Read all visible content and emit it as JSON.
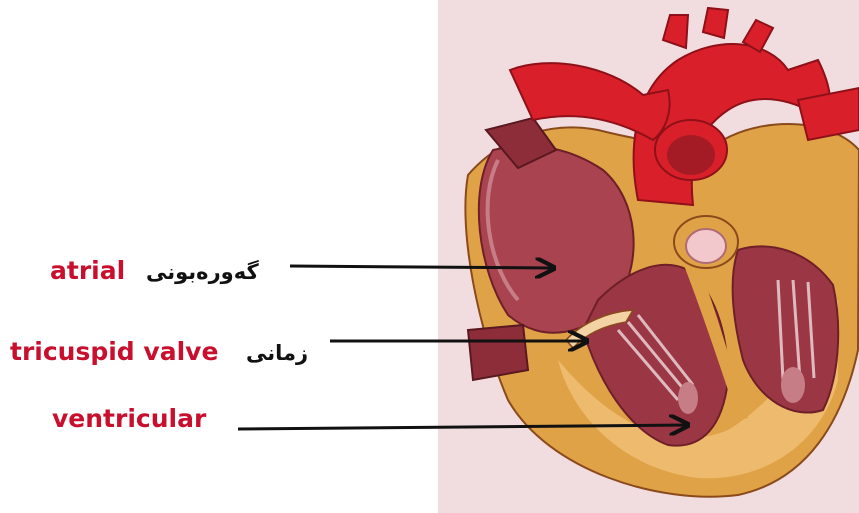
{
  "labels": [
    {
      "english": "atrial",
      "kurdish": "گەورەبونی"
    },
    {
      "english": "tricuspid valve",
      "kurdish": "زمانی"
    },
    {
      "english": "ventricular",
      "kurdish": ""
    }
  ],
  "colors": {
    "english_text": "#c8102e",
    "kurdish_text": "#111111",
    "panel_background": "#f1dde0",
    "aorta": "#d9202a",
    "muscle": "#e0a246",
    "chamber": "#a9434f"
  }
}
